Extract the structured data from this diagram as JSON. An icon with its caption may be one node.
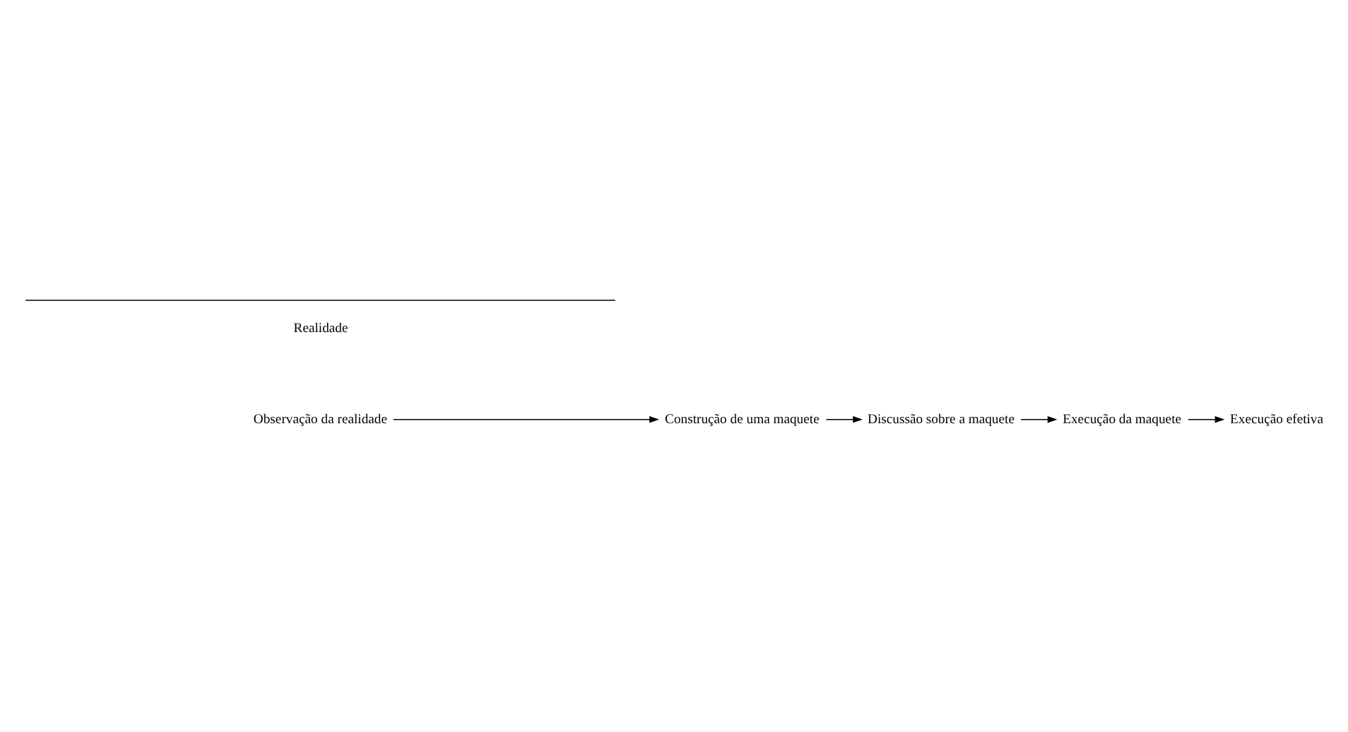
{
  "diagram": {
    "nodes": [
      {
        "text": [
          "Observação da realidade"
        ]
      },
      {
        "text": [
          "Construção de uma maquete"
        ]
      },
      {
        "text": [
          "Discussão sobre a maquete"
        ]
      },
      {
        "text": [
          "Execução da maquete"
        ]
      },
      {
        "text": [
          "Execução efetiva"
        ]
      }
    ],
    "edges": [
      {
        "from": 0,
        "to": 1,
        "arrow": "to"
      },
      {
        "from": 1,
        "to": 2,
        "arrow": "to"
      },
      {
        "from": 2,
        "to": 3,
        "arrow": "to"
      },
      {
        "from": 3,
        "to": 4,
        "arrow": "to"
      }
    ],
    "labels": [
      "Realidade"
    ]
  }
}
